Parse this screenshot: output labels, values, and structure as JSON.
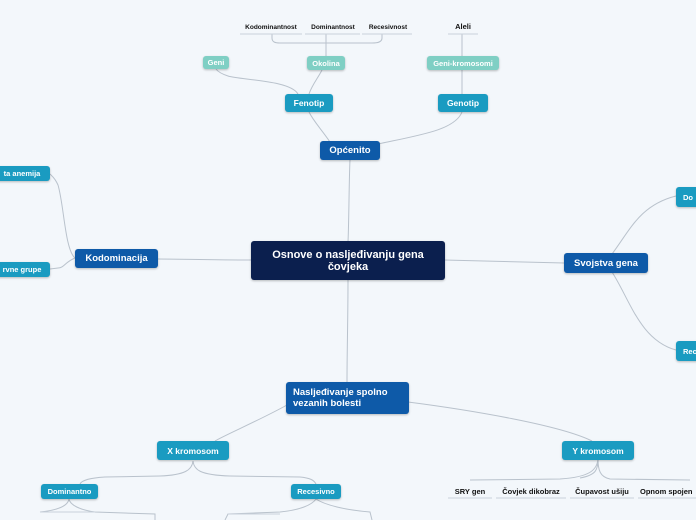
{
  "root": "Osnove o nasljeđivanju gena čovjeka",
  "opcenito": {
    "label": "Općenito",
    "fenotip": {
      "label": "Fenotip",
      "geni": "Geni",
      "okolina": {
        "label": "Okolina",
        "children": [
          "Kodominantnost",
          "Dominantnost",
          "Recesivnost"
        ]
      }
    },
    "genotip": {
      "label": "Genotip",
      "geni_kromosomi": "Geni-kromosomi",
      "aleli": "Aleli"
    }
  },
  "kodominacija": {
    "label": "Kodominacija",
    "children": [
      "ta anemija",
      "rvne grupe"
    ]
  },
  "svojstva": {
    "label": "Svojstva gena",
    "children": [
      "Do",
      "Rec"
    ]
  },
  "spolno": {
    "label": "Nasljeđivanje spolno vezanih bolesti",
    "x": {
      "label": "X kromosom",
      "dominantno": "Dominantno",
      "recesivno": "Recesivno"
    },
    "y": {
      "label": "Y kromosom",
      "children": [
        "SRY gen",
        "Čovjek dikobraz",
        "Čupavost ušiju",
        "Opnom spojen"
      ]
    }
  },
  "colors": {
    "root": "#0b1f4e",
    "main": "#0e5aa8",
    "sub": "#1a9bc1",
    "leaf": "#7fcfc4",
    "link": "#b9c2cc"
  }
}
